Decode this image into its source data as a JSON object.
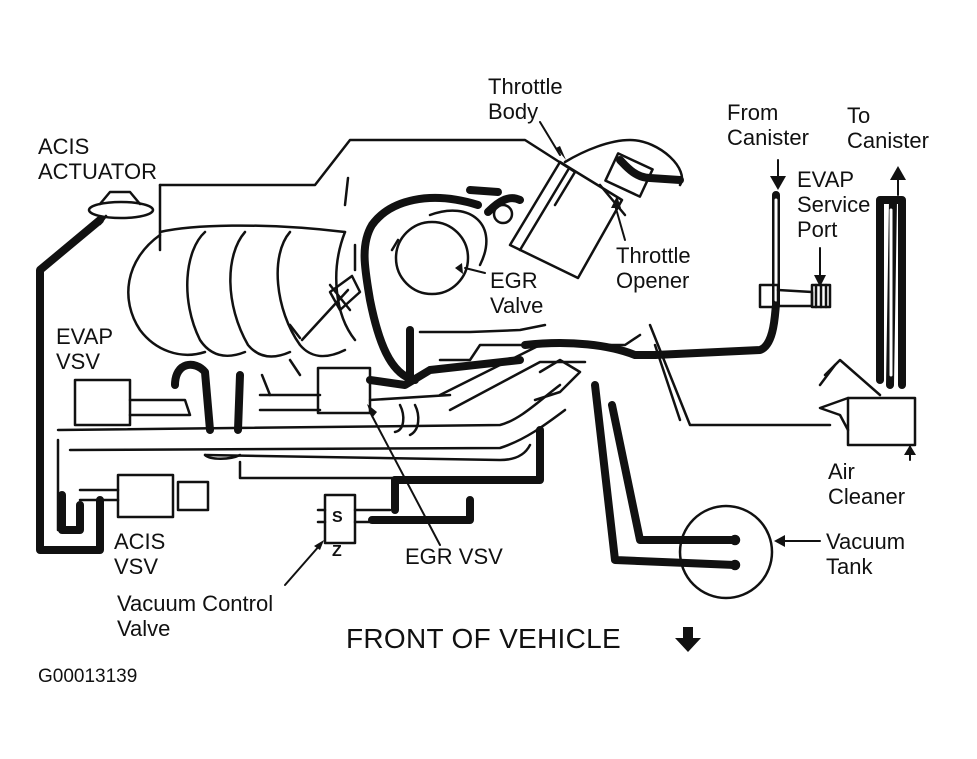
{
  "labels": {
    "throttle_body": [
      "Throttle",
      "Body"
    ],
    "acis_actuator": [
      "ACIS",
      "ACTUATOR"
    ],
    "from_canister": [
      "From",
      "Canister"
    ],
    "to_canister": [
      "To",
      "Canister"
    ],
    "evap_service_port": [
      "EVAP",
      "Service",
      "Port"
    ],
    "throttle_opener": [
      "Throttle",
      "Opener"
    ],
    "egr_valve": [
      "EGR",
      "Valve"
    ],
    "evap_vsv": [
      "EVAP",
      "VSV"
    ],
    "air_cleaner": [
      "Air",
      "Cleaner"
    ],
    "acis_vsv": [
      "ACIS",
      "VSV"
    ],
    "egr_vsv": "EGR VSV",
    "vacuum_tank": [
      "Vacuum",
      "Tank"
    ],
    "vacuum_control_valve": [
      "Vacuum Control",
      "Valve"
    ],
    "front_of_vehicle": "FRONT OF VEHICLE",
    "figure_code": "G00013139"
  },
  "valve_marks": {
    "s": "S",
    "z": "Z"
  },
  "colors": {
    "ink": "#111111",
    "paper": "#ffffff"
  }
}
